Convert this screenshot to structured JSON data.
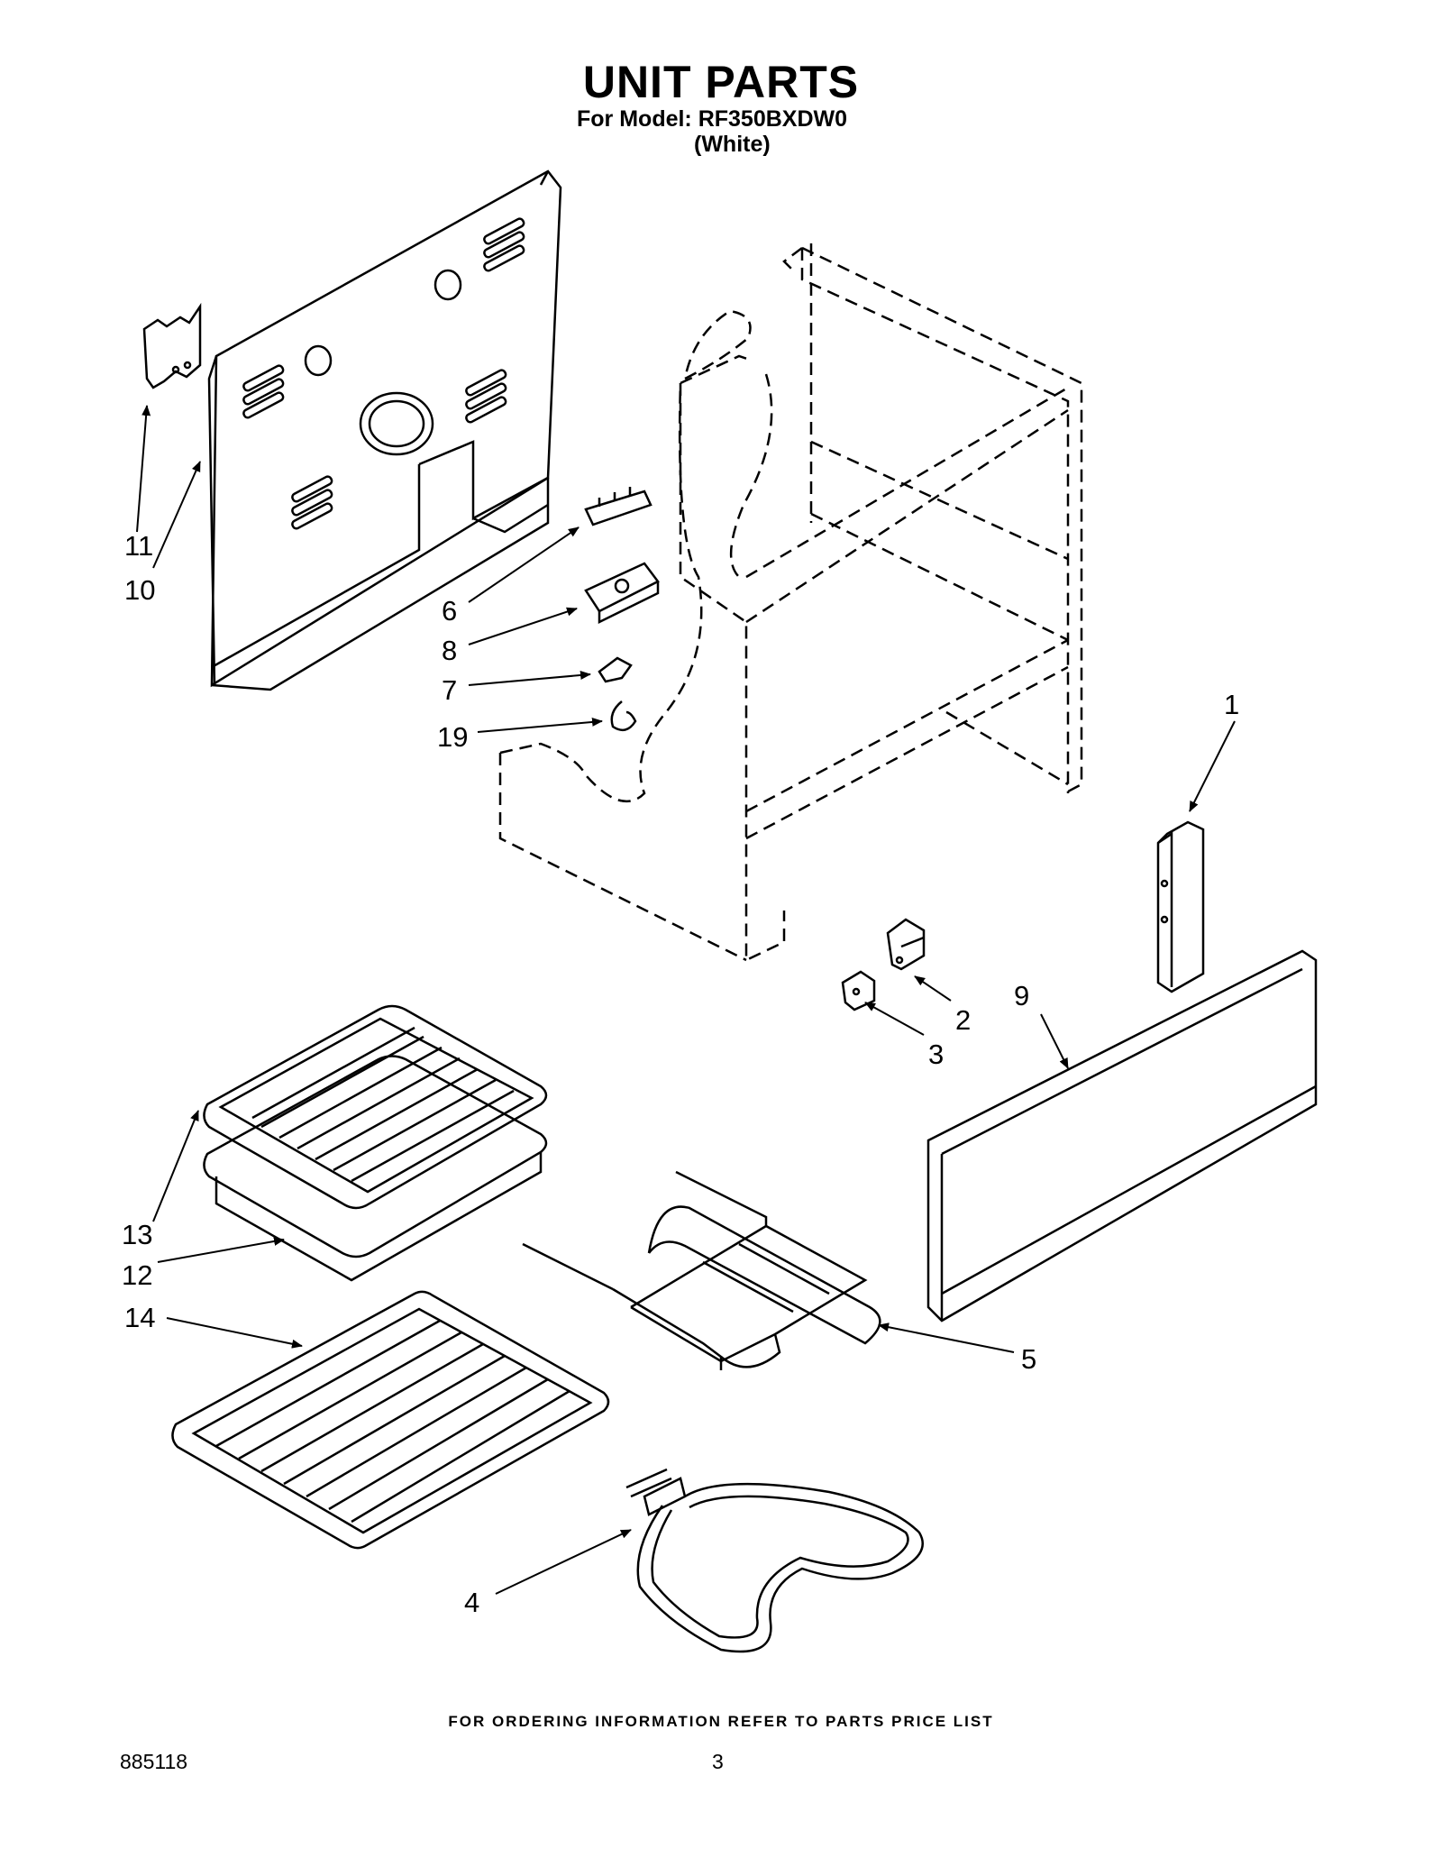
{
  "header": {
    "title": "UNIT PARTS",
    "model_line": "For Model: RF350BXDW0",
    "variant": "(White)"
  },
  "callouts": [
    "1",
    "2",
    "3",
    "4",
    "5",
    "6",
    "7",
    "8",
    "9",
    "10",
    "11",
    "12",
    "13",
    "14",
    "19"
  ],
  "footer": {
    "note": "FOR ORDERING INFORMATION REFER TO PARTS PRICE LIST",
    "doc_number": "885118",
    "page_number": "3"
  }
}
